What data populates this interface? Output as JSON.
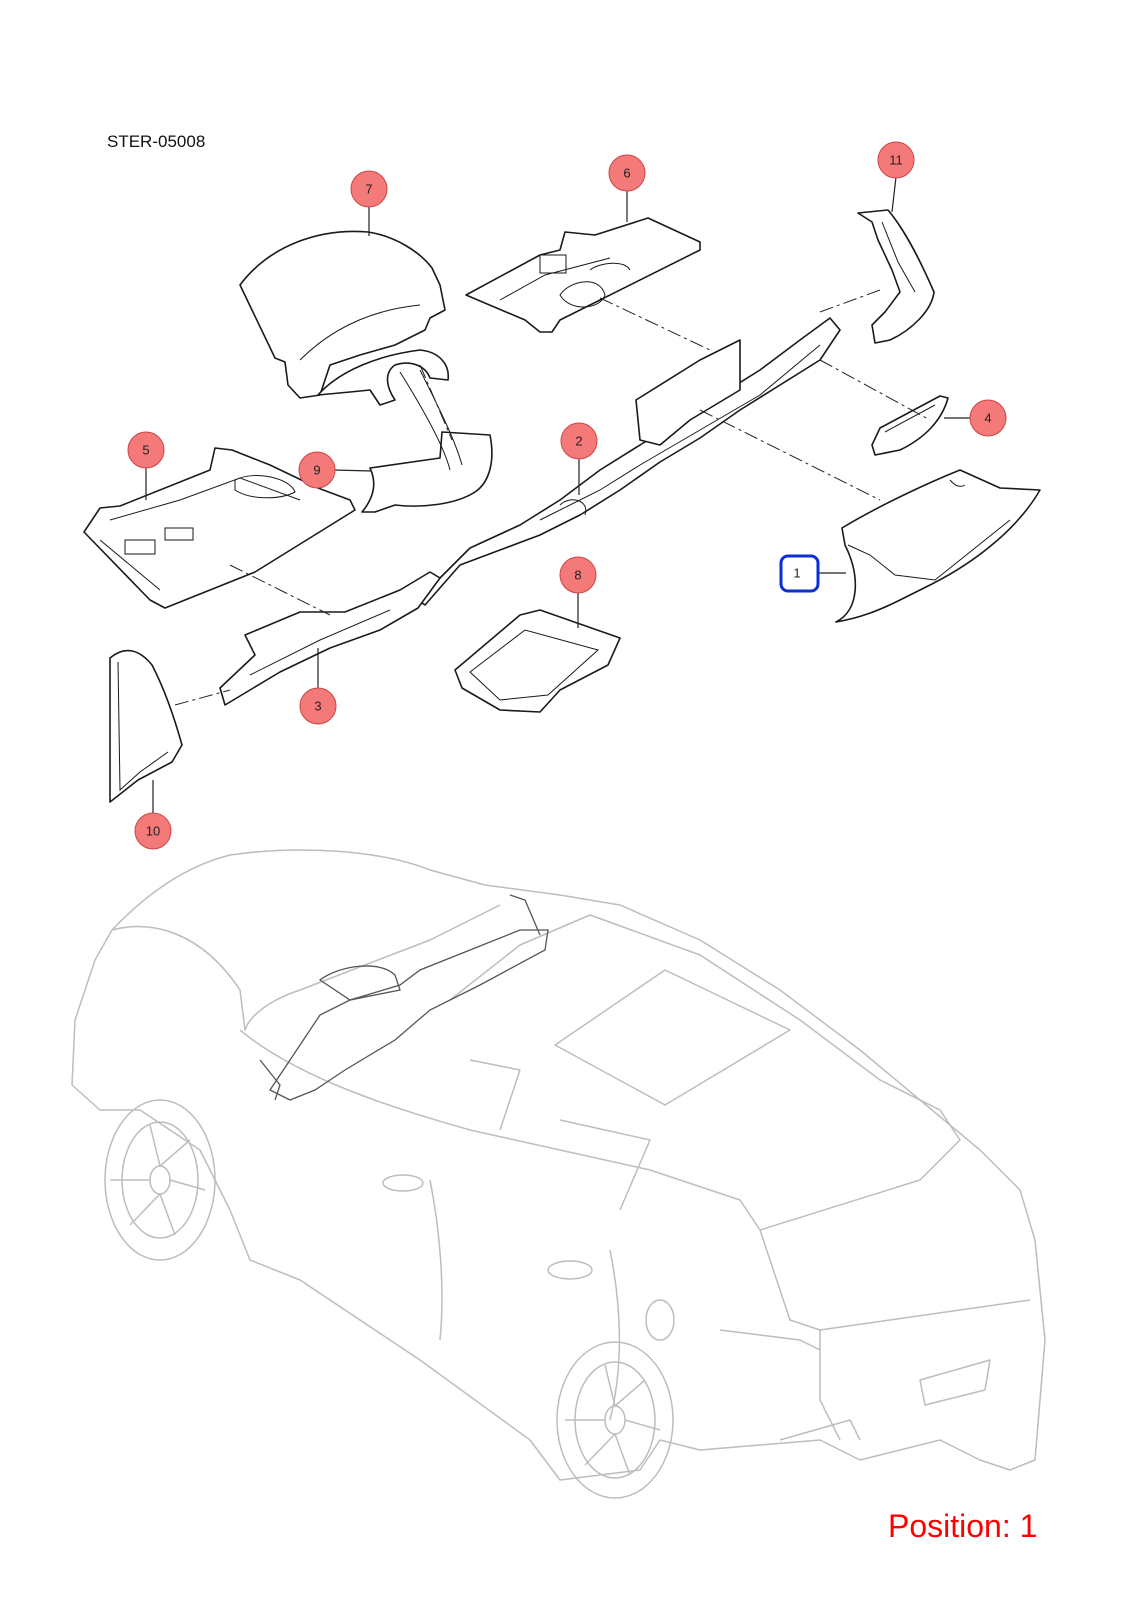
{
  "diagram_code": "STER-05008",
  "position_label": "Position: 1",
  "selected_callout": "1",
  "colors": {
    "callout_fill": "#f47a7a",
    "selected_outline": "#0a2fd6",
    "position_text": "#ff0000"
  },
  "callouts": [
    {
      "label": "1"
    },
    {
      "label": "2"
    },
    {
      "label": "3"
    },
    {
      "label": "4"
    },
    {
      "label": "5"
    },
    {
      "label": "6"
    },
    {
      "label": "7"
    },
    {
      "label": "8"
    },
    {
      "label": "9"
    },
    {
      "label": "10"
    },
    {
      "label": "11"
    }
  ]
}
